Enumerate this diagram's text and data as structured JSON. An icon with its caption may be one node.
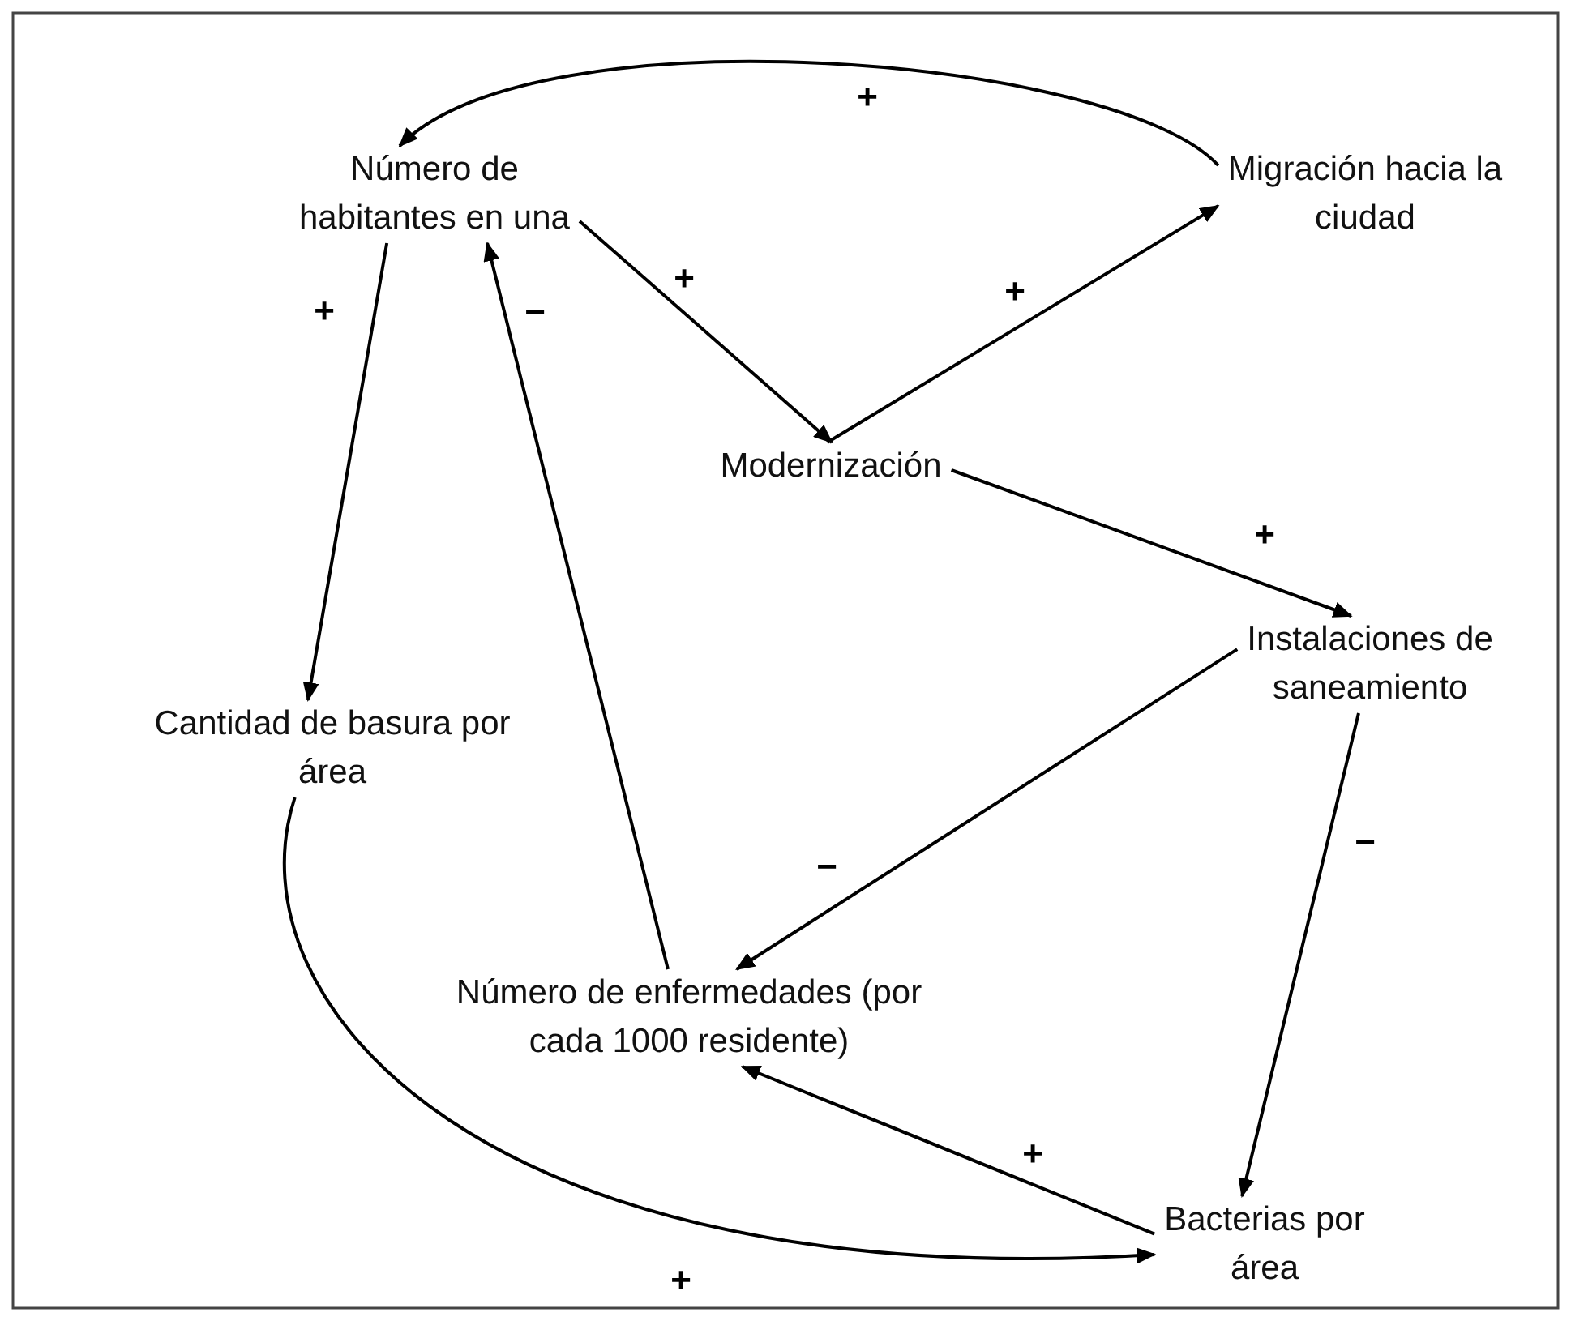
{
  "diagram": {
    "nodes": [
      {
        "text": [
          "Número de habitantes en una"
        ]
      },
      {
        "text": [
          "Migración hacia la ciudad"
        ]
      },
      {
        "text": [
          "Modernización"
        ]
      },
      {
        "text": [
          "Instalaciones de saneamiento"
        ]
      },
      {
        "text": [
          "Cantidad de basura por área"
        ]
      },
      {
        "text": [
          "Número de enfermedades (por cada 1000 residente)"
        ]
      },
      {
        "text": [
          "Bacterias por área"
        ]
      }
    ],
    "edges": [
      {
        "from": 1,
        "to": 0,
        "arrow": "to",
        "label": "+"
      },
      {
        "from": 0,
        "to": 4,
        "arrow": "to",
        "label": "+"
      },
      {
        "from": 0,
        "to": 2,
        "arrow": "to",
        "label": "+"
      },
      {
        "from": 2,
        "to": 1,
        "arrow": "to",
        "label": "+"
      },
      {
        "from": 2,
        "to": 3,
        "arrow": "to",
        "label": "+"
      },
      {
        "from": 3,
        "to": 5,
        "arrow": "to",
        "label": "−"
      },
      {
        "from": 5,
        "to": 0,
        "arrow": "to",
        "label": "−"
      },
      {
        "from": 3,
        "to": 6,
        "arrow": "to",
        "label": "−"
      },
      {
        "from": 6,
        "to": 5,
        "arrow": "to",
        "label": "+"
      },
      {
        "from": 4,
        "to": 6,
        "arrow": "to",
        "label": "+"
      }
    ]
  }
}
